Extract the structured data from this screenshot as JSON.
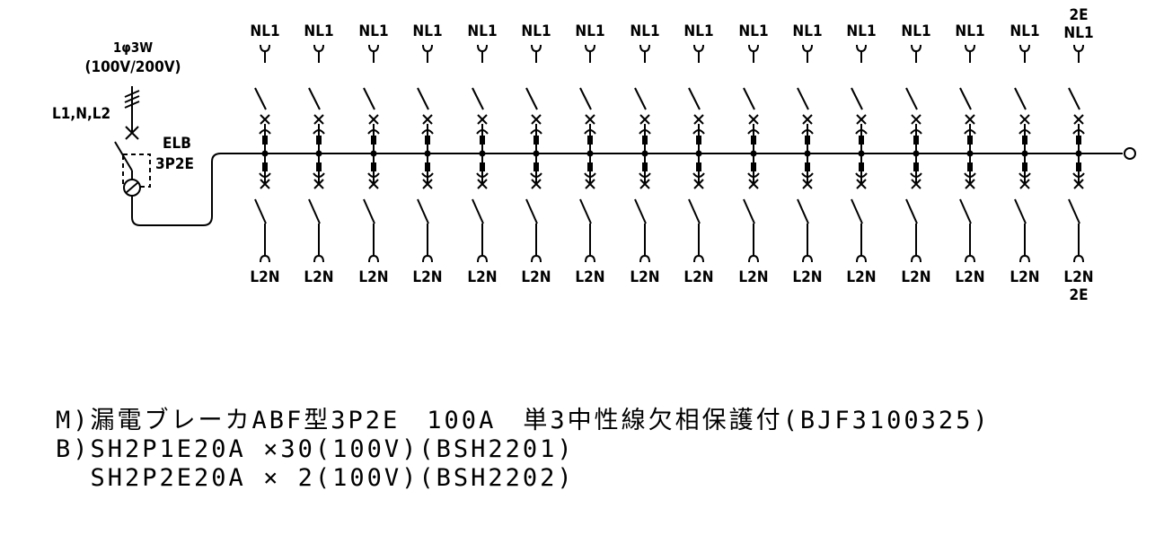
{
  "supply": {
    "phase_label": "1φ3W",
    "voltage_label": "(100V/200V)",
    "lines_label": "L1,N,L2"
  },
  "main_breaker": {
    "label": "ELB",
    "poles_label": "3P2E"
  },
  "branches": {
    "top_labels": [
      "NL1",
      "NL1",
      "NL1",
      "NL1",
      "NL1",
      "NL1",
      "NL1",
      "NL1",
      "NL1",
      "NL1",
      "NL1",
      "NL1",
      "NL1",
      "NL1",
      "NL1",
      "NL1"
    ],
    "bottom_labels": [
      "L2N",
      "L2N",
      "L2N",
      "L2N",
      "L2N",
      "L2N",
      "L2N",
      "L2N",
      "L2N",
      "L2N",
      "L2N",
      "L2N",
      "L2N",
      "L2N",
      "L2N",
      "L2N"
    ],
    "last_top_extra": "2E",
    "last_bottom_extra": "2E"
  },
  "notes": {
    "line1": "M)漏電ブレーカABF型3P2E　100A　単3中性線欠相保護付(BJF3100325)",
    "line2": "B)SH2P1E20A ×30(100V)(BSH2201)",
    "line3": "  SH2P2E20A × 2(100V)(BSH2202)"
  }
}
